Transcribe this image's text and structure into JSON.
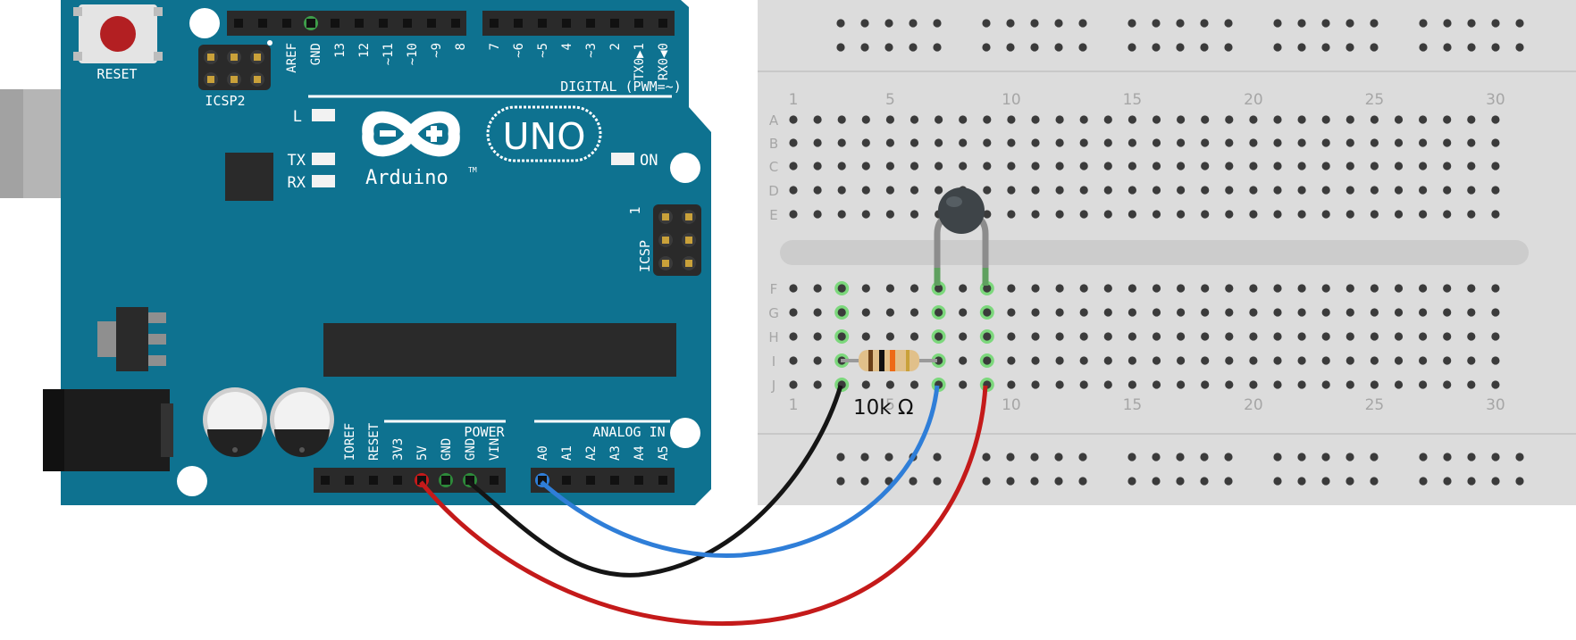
{
  "board": {
    "name": "Arduino",
    "trademark": "TM",
    "model": "UNO",
    "colors": {
      "pcb": "#0e7290",
      "pcb_dark": "#0b5f78",
      "header": "#2a2a2a",
      "silk": "#ffffff"
    },
    "reset_label": "RESET",
    "icsp2_label": "ICSP2",
    "icsp_label": "ICSP",
    "icsp_pin1": "1",
    "digital_label": "DIGITAL (PWM=~)",
    "digital_pins_left": [
      "AREF",
      "GND",
      "13",
      "12",
      "~11",
      "~10",
      "~9",
      "8"
    ],
    "digital_pins_right": [
      "7",
      "~6",
      "~5",
      "4",
      "~3",
      "2",
      "TX0▶1",
      "RX0◀0"
    ],
    "led_l": "L",
    "led_tx": "TX",
    "led_rx": "RX",
    "led_on": "ON",
    "power_label": "POWER",
    "power_pins": [
      "IOREF",
      "RESET",
      "3V3",
      "5V",
      "GND",
      "GND",
      "VIN"
    ],
    "analog_label": "ANALOG IN",
    "analog_pins": [
      "A0",
      "A1",
      "A2",
      "A3",
      "A4",
      "A5"
    ]
  },
  "breadboard": {
    "colors": {
      "body": "#dcdcdc",
      "hole": "#3b3b3b",
      "label": "#a6a6a6",
      "active": "#7cd87c"
    },
    "columns": 30,
    "column_labels_top": [
      "1",
      "5",
      "10",
      "15",
      "20",
      "25",
      "30"
    ],
    "column_labels_bottom": [
      "1",
      "5",
      "10",
      "15",
      "20",
      "25",
      "30"
    ],
    "rows_top": [
      "A",
      "B",
      "C",
      "D",
      "E"
    ],
    "rows_bottom": [
      "F",
      "G",
      "H",
      "I",
      "J"
    ]
  },
  "components": {
    "resistor_label": "10k Ω",
    "thermistor_color": "#3e4448"
  },
  "wires": [
    {
      "name": "5v-to-thermistor",
      "color": "#c41a1a"
    },
    {
      "name": "gnd-to-resistor",
      "color": "#151515"
    },
    {
      "name": "a0-to-junction",
      "color": "#2f7ed8"
    }
  ]
}
